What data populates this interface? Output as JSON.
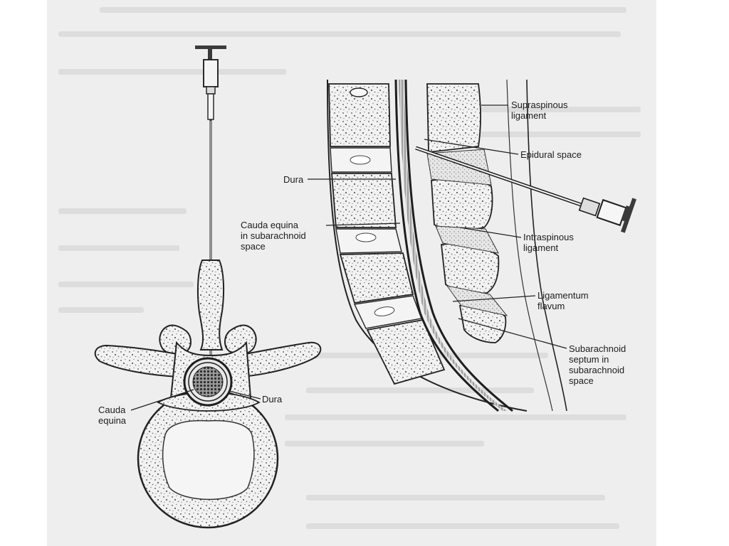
{
  "labels": {
    "supraspinous_line1": "Supraspinous",
    "supraspinous_line2": "ligament",
    "epidural_space": "Epidural space",
    "dura_side": "Dura",
    "cauda_side_line1": "Cauda equina",
    "cauda_side_line2": "in subarachnoid",
    "cauda_side_line3": "space",
    "intraspinous_line1": "Intraspinous",
    "intraspinous_line2": "ligament",
    "ligamentum_line1": "Ligamentum",
    "ligamentum_line2": "flavum",
    "septum_line1": "Subarachnoid",
    "septum_line2": "septum in",
    "septum_line3": "subarachnoid",
    "septum_line4": "space",
    "dura_axial": "Dura",
    "cauda_axial_line1": "Cauda",
    "cauda_axial_line2": "equina"
  }
}
